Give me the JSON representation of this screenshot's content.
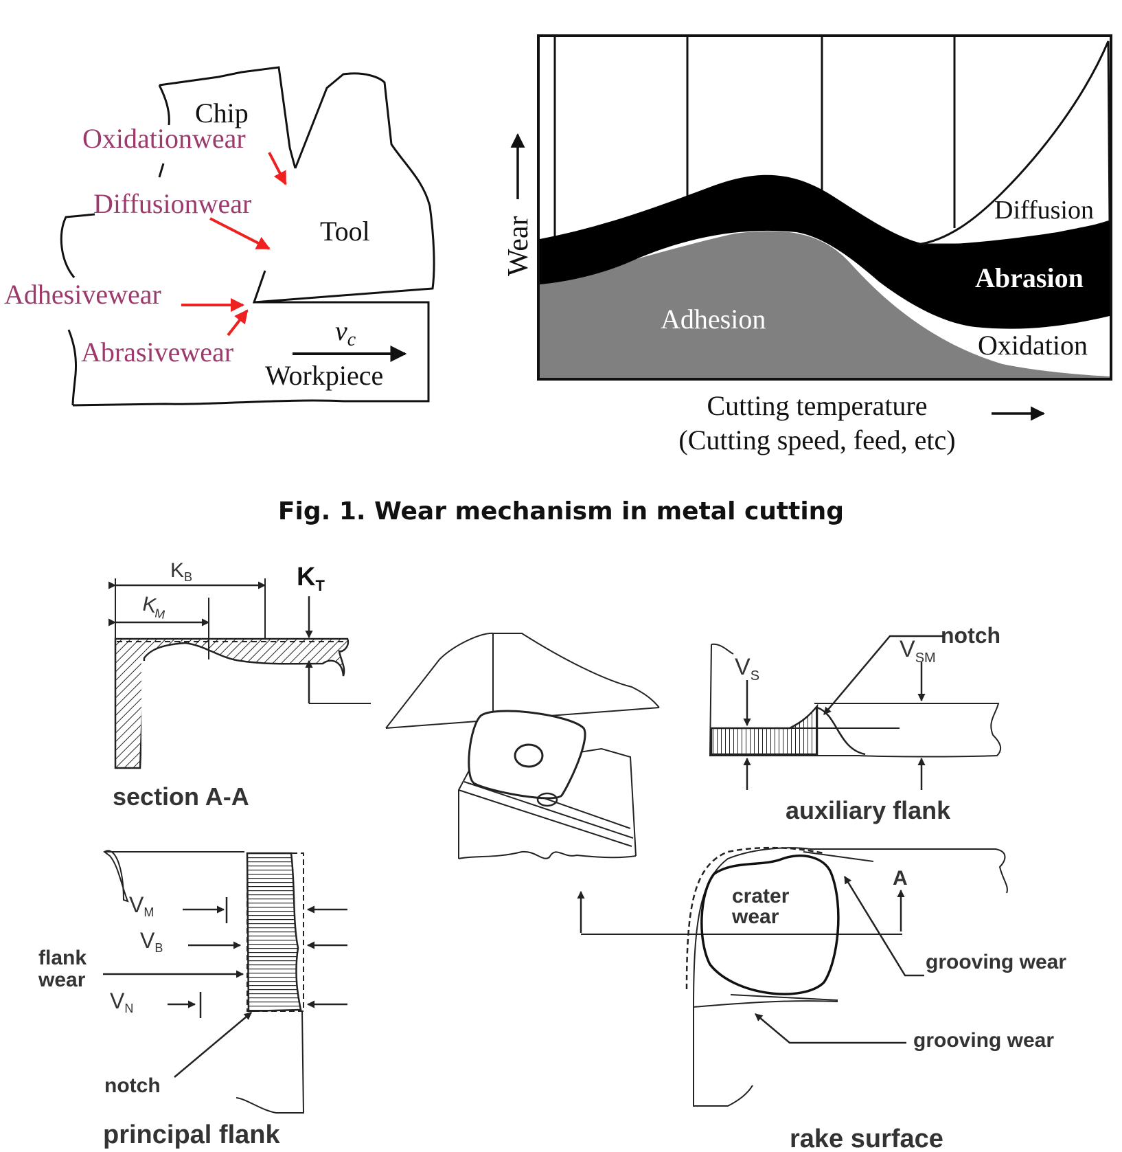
{
  "colors": {
    "label_magenta": "#9b3a6b",
    "arrow_red": "#ee2020",
    "adhesion_gray": "#808080",
    "ink": "#111111"
  },
  "wear_schematic": {
    "chip_label": "Chip",
    "tool_label": "Tool",
    "workpiece_label": "Workpiece",
    "velocity_label": "v",
    "velocity_subscript": "c",
    "mechanisms": [
      "Oxidationwear",
      "Diffusionwear",
      "Adhesivewear",
      "Abrasivewear"
    ]
  },
  "wear_chart": {
    "y_label": "Wear",
    "x_label_line1": "Cutting temperature",
    "x_label_line2": "(Cutting speed, feed, etc)",
    "regions": [
      "Diffusion",
      "Abrasion",
      "Adhesion",
      "Oxidation"
    ]
  },
  "fig1_caption": "Fig. 1. Wear mechanism in metal cutting",
  "tool_wear": {
    "kb": "K",
    "kb_sub": "B",
    "km": "K",
    "km_sub": "M",
    "kt": "K",
    "kt_sub": "T",
    "section_label": "section A-A",
    "vs": "V",
    "vs_sub": "S",
    "vsm": "V",
    "vsm_sub": "SM",
    "notch_top": "notch",
    "auxiliary_label": "auxiliary flank",
    "vm": "V",
    "vm_sub": "M",
    "vb": "V",
    "vb_sub": "B",
    "vn": "V",
    "vn_sub": "N",
    "flank_wear_line1": "flank",
    "flank_wear_line2": "wear",
    "notch_bottom": "notch",
    "principal_label": "principal flank",
    "crater_line1": "crater",
    "crater_line2": "wear",
    "section_marker": "A",
    "grooving_1": "grooving wear",
    "grooving_2": "grooving wear",
    "rake_label": "rake surface"
  }
}
